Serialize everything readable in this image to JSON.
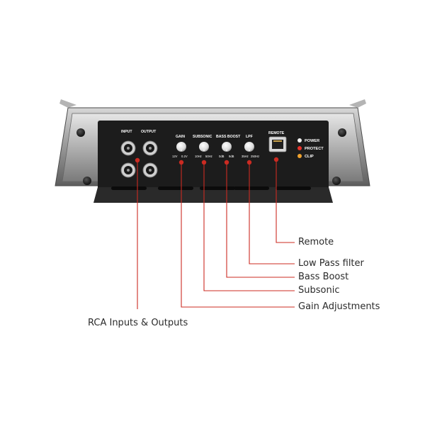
{
  "panel": {
    "input_label": "INPUT",
    "output_label": "OUTPUT",
    "gain_label": "GAIN",
    "gain_min": "12V",
    "gain_max": "0.2V",
    "subsonic_label": "SUBSONIC",
    "subsonic_min": "10Hz",
    "subsonic_max": "50Hz",
    "bass_boost_label": "BASS BOOST",
    "bass_boost_min": "0dB",
    "bass_boost_max": "9dB",
    "lpf_label": "LPF",
    "lpf_min": "35Hz",
    "lpf_max": "250Hz",
    "remote_label": "REMOTE",
    "leds": [
      {
        "label": "POWER",
        "color": "#f2f2f2"
      },
      {
        "label": "PROTECT",
        "color": "#e8322b"
      },
      {
        "label": "CLIP",
        "color": "#f0a22e"
      }
    ]
  },
  "callouts": {
    "remote": "Remote",
    "low_pass_filter": "Low Pass filter",
    "bass_boost": "Bass Boost",
    "subsonic": "Subsonic",
    "gain_adjustments": "Gain Adjustments",
    "rca": "RCA Inputs & Outputs"
  },
  "colors": {
    "callout_line": "#cc2b22",
    "panel_face": "#1c1c1c",
    "chassis": "#8d8d8d"
  }
}
